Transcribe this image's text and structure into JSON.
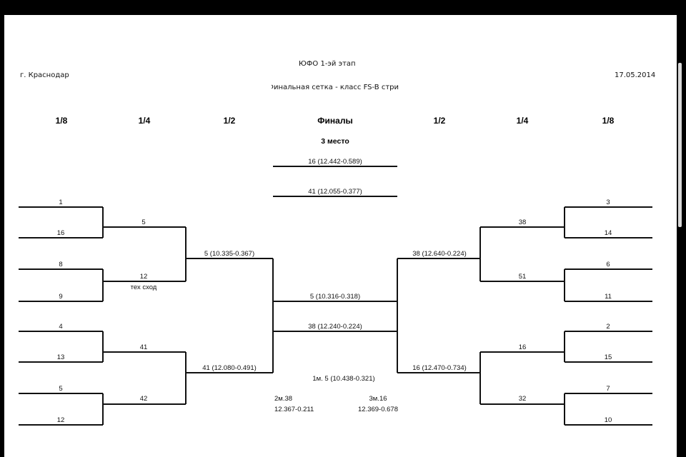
{
  "header": {
    "event": "ЮФО 1-эй этап",
    "city": "г. Краснодар",
    "date": "17.05.2014",
    "subtitle": "Финальная сетка - класс  FS-B стри",
    "subtitle_visible": "Эинальная сетка - класс  FS-B стри"
  },
  "rounds": {
    "left": [
      "1/8",
      "1/4",
      "1/2"
    ],
    "center": "Финалы",
    "right": [
      "1/2",
      "1/4",
      "1/8"
    ]
  },
  "third_place": {
    "title": "3 место",
    "entries": [
      "16 (12.442-0.589)",
      "41 (12.055-0.377)"
    ]
  },
  "left_bracket": {
    "round_of_16": [
      "1",
      "16",
      "8",
      "9",
      "4",
      "13",
      "5",
      "12"
    ],
    "quarterfinal": [
      "5",
      "12",
      "41",
      "42"
    ],
    "quarterfinal_note": "тех сход",
    "semifinal": [
      "5 (10.335-0.367)",
      "41 (12.080-0.491)"
    ]
  },
  "right_bracket": {
    "round_of_16": [
      "3",
      "14",
      "6",
      "11",
      "2",
      "15",
      "7",
      "10"
    ],
    "quarterfinal": [
      "38",
      "51",
      "16",
      "32"
    ],
    "semifinal": [
      "38 (12.640-0.224)",
      "16 (12.470-0.734)"
    ]
  },
  "final": {
    "entries": [
      "5 (10.316-0.318)",
      "38 (12.240-0.224)"
    ]
  },
  "results": {
    "first": "1м. 5 (10.438-0.321)",
    "second_label": "2м.38",
    "second_score": "12.367-0.211",
    "third_label": "3м.16",
    "third_score": "12.369-0.678"
  }
}
